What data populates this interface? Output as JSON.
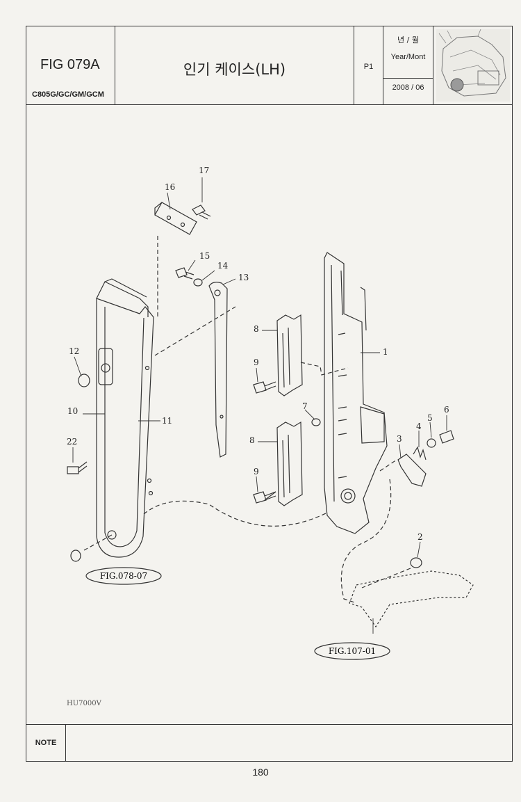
{
  "header": {
    "fig_no": "FIG 079A",
    "model": "C805G/GC/GM/GCM",
    "title": "인기 케이스(LH)",
    "page_code": "P1",
    "year_month_kr": "년 / 월",
    "year_month_en": "Year/Mont",
    "date": "2008 / 06"
  },
  "parts": [
    "1",
    "2",
    "3",
    "4",
    "5",
    "6",
    "7",
    "8",
    "8",
    "9",
    "9",
    "10",
    "11",
    "12",
    "13",
    "14",
    "15",
    "16",
    "17",
    "22"
  ],
  "refs": {
    "left": "FIG.078-07",
    "right": "FIG.107-01"
  },
  "drawing_code": "HU7000V",
  "note_label": "NOTE",
  "page_number": "180"
}
